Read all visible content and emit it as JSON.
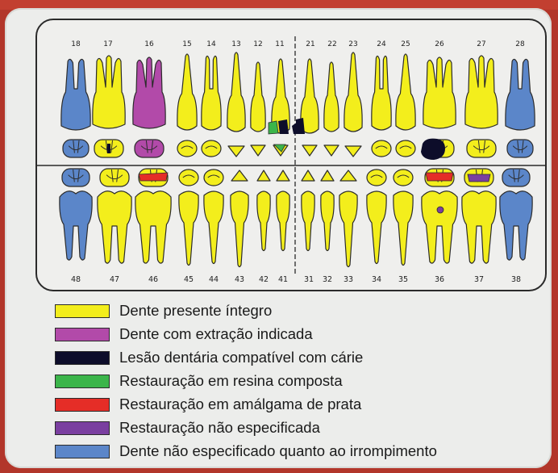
{
  "colors": {
    "frame": "#b2362a",
    "panel": "#ecedeb",
    "healthy": "#f3ee1c",
    "extraction": "#b24aa9",
    "caries": "#0d0d2a",
    "resin": "#3bb54a",
    "amalgam": "#e52d27",
    "unspecified_restoration": "#7a3fa0",
    "unerupted": "#5b86c9"
  },
  "upper_numbers": [
    "18",
    "17",
    "16",
    "15",
    "14",
    "13",
    "12",
    "11",
    "21",
    "22",
    "23",
    "24",
    "25",
    "26",
    "27",
    "28"
  ],
  "lower_numbers": [
    "48",
    "47",
    "46",
    "45",
    "44",
    "43",
    "42",
    "41",
    "31",
    "32",
    "33",
    "34",
    "35",
    "36",
    "37",
    "38"
  ],
  "legend": [
    {
      "label": "Dente presente íntegro",
      "color": "#f3ee1c"
    },
    {
      "label": "Dente com extração indicada",
      "color": "#b24aa9"
    },
    {
      "label": "Lesão dentária compatível com cárie",
      "color": "#0d0d2a"
    },
    {
      "label": "Restauração em resina composta",
      "color": "#3bb54a"
    },
    {
      "label": "Restauração em amálgama de prata",
      "color": "#e52d27"
    },
    {
      "label": "Restauração não especificada",
      "color": "#7a3fa0"
    },
    {
      "label": "Dente não especificado quanto ao irrompimento",
      "color": "#5b86c9"
    }
  ]
}
